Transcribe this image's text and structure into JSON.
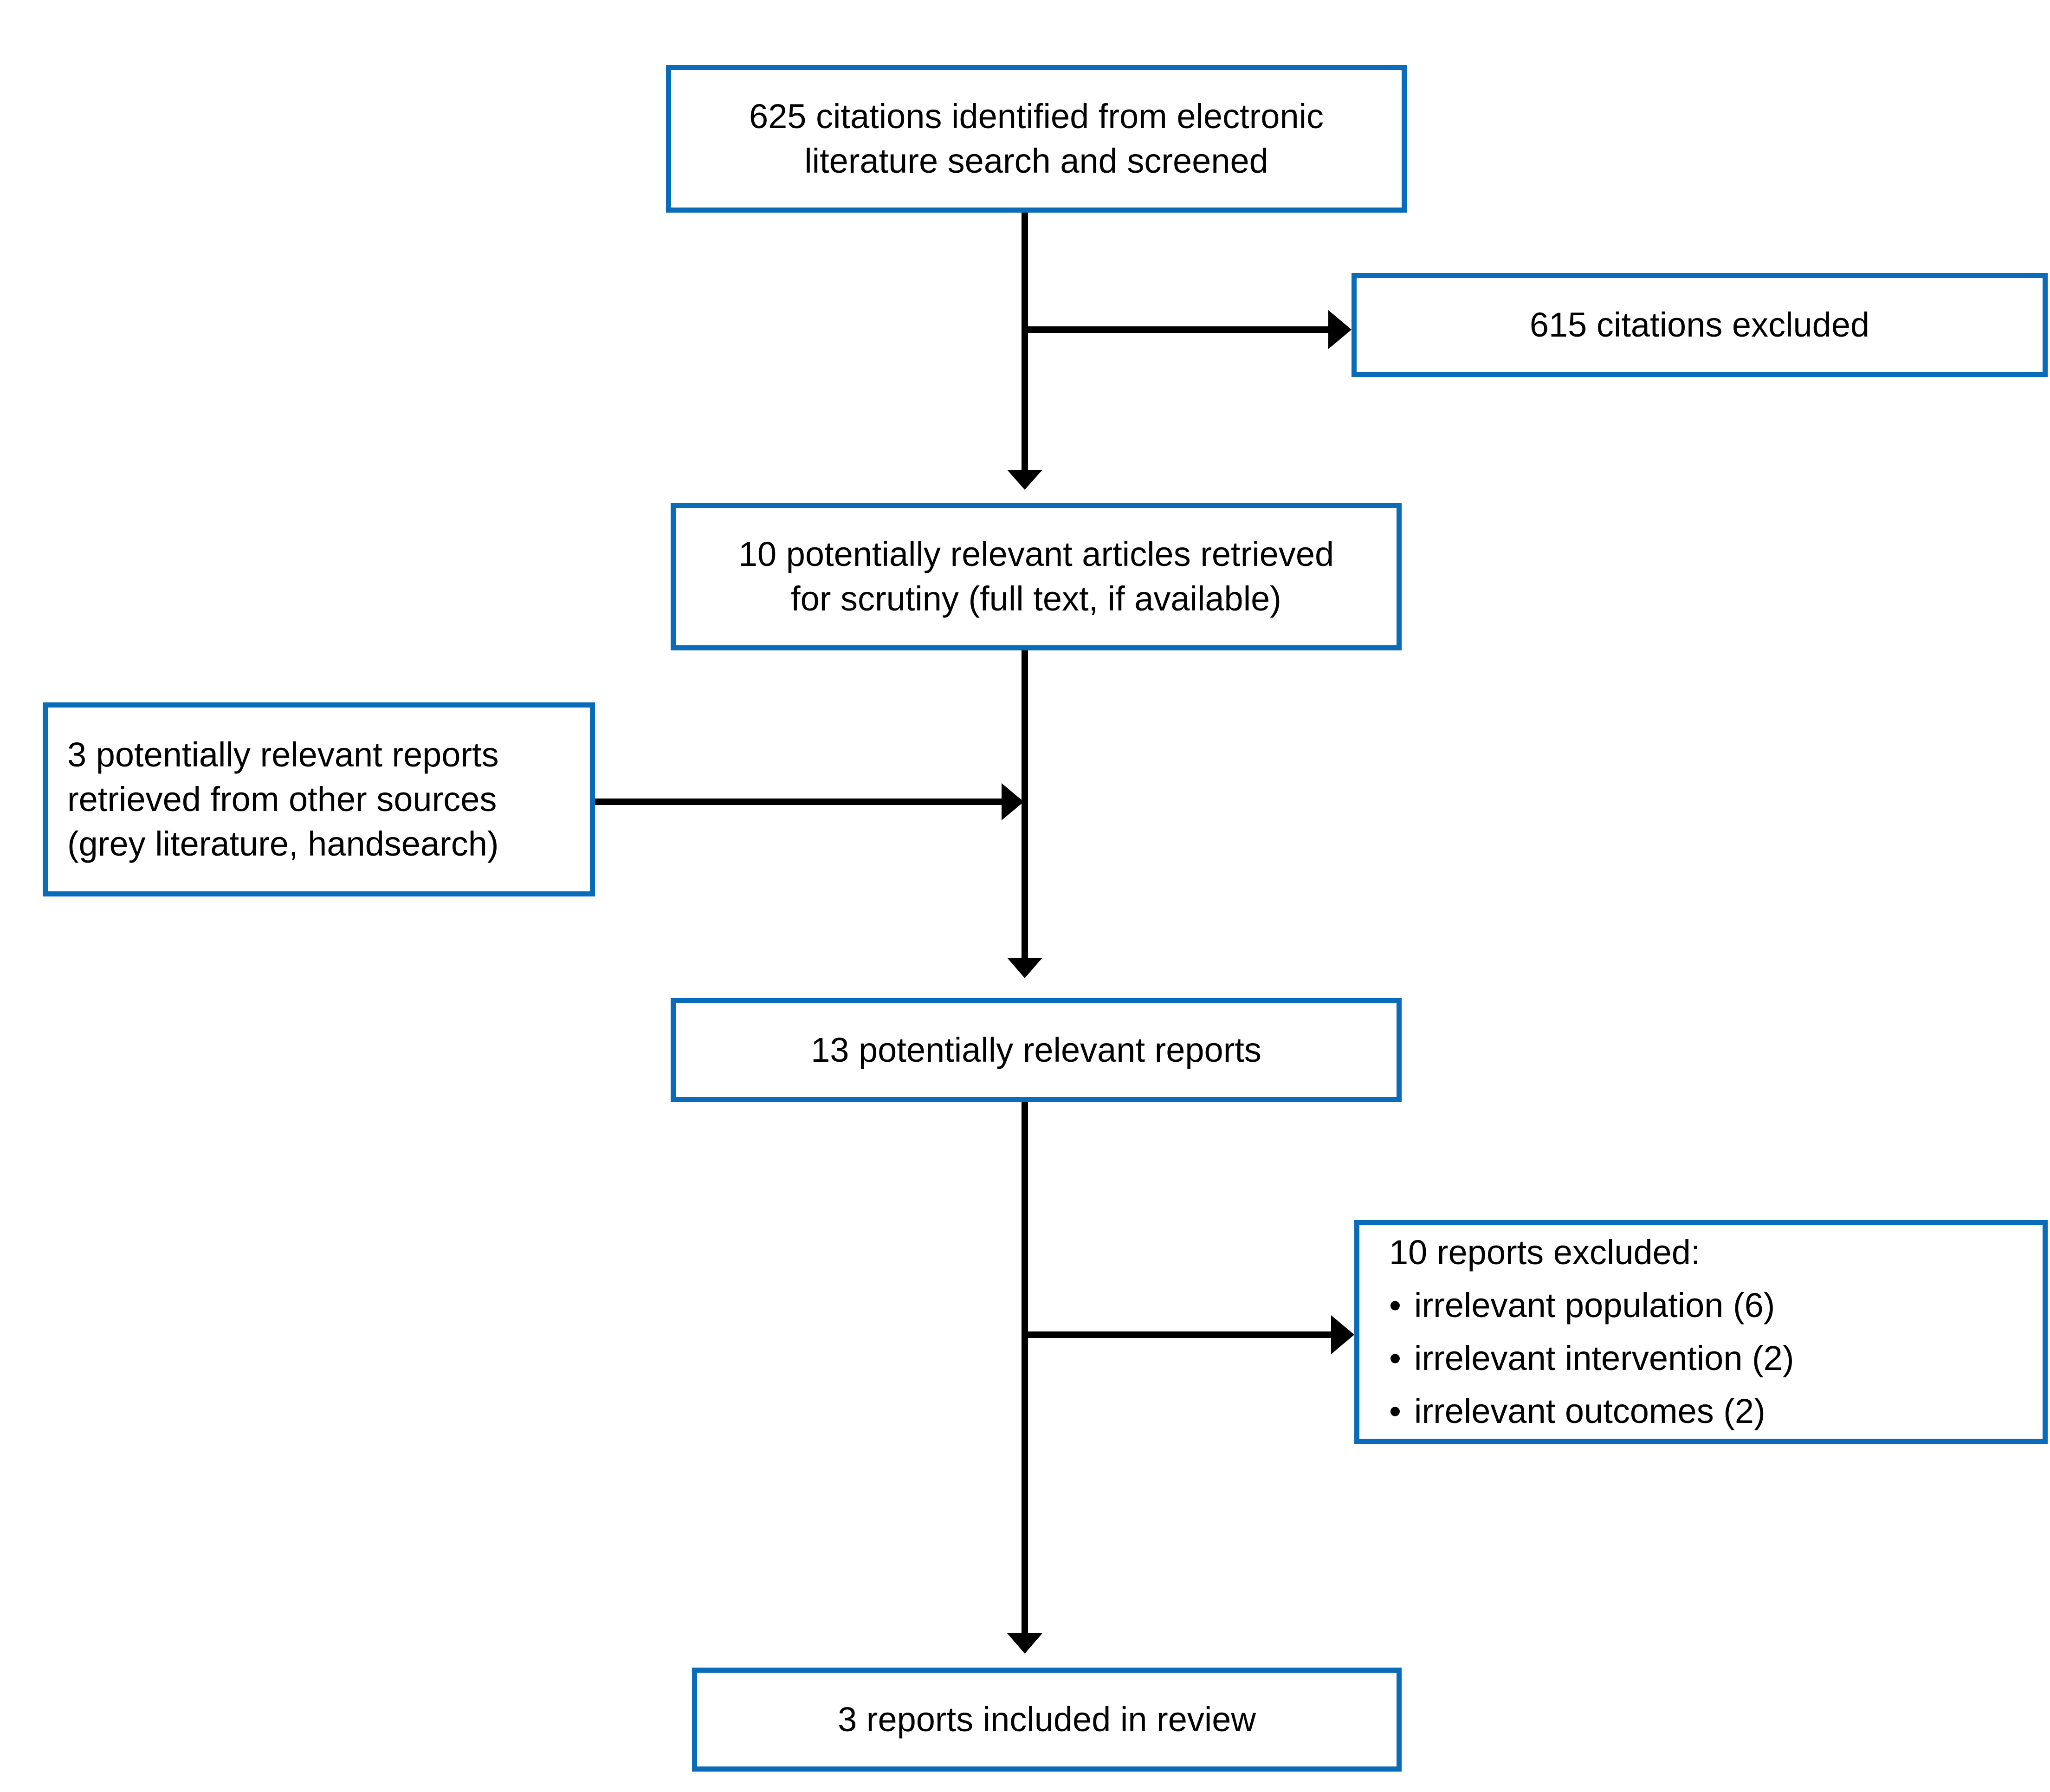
{
  "diagram": {
    "type": "prisma-flow-diagram",
    "accent_color": "#0a6cb8",
    "line_color": "#000000",
    "background_color": "#ffffff",
    "boxes": [
      {
        "id": "identified",
        "text": "625 citations identified from electronic\nliterature search and screened",
        "align": "center"
      },
      {
        "id": "citations-excluded",
        "text": "615 citations excluded",
        "align": "center"
      },
      {
        "id": "retrieved",
        "text": "10 potentially relevant articles retrieved\nfor scrutiny (full text, if available)",
        "align": "center"
      },
      {
        "id": "other-sources",
        "text": "3 potentially relevant reports\nretrieved from other sources\n(grey literature, handsearch)",
        "align": "left"
      },
      {
        "id": "potentially-relevant",
        "text": "13 potentially relevant reports",
        "align": "center"
      },
      {
        "id": "reports-excluded",
        "heading": "10 reports excluded:",
        "bullet_glyph": "•",
        "items": [
          "irrelevant population (6)",
          "irrelevant intervention (2)",
          "irrelevant outcomes (2)"
        ],
        "align": "left"
      },
      {
        "id": "included",
        "text": "3 reports included in review",
        "align": "center"
      }
    ],
    "counts": {
      "identified": 625,
      "citations_excluded": 615,
      "retrieved_full_text": 10,
      "other_sources": 3,
      "potentially_relevant": 13,
      "reports_excluded_total": 10,
      "excluded_irrelevant_population": 6,
      "excluded_irrelevant_intervention": 2,
      "excluded_irrelevant_outcomes": 2,
      "included_in_review": 3
    }
  }
}
